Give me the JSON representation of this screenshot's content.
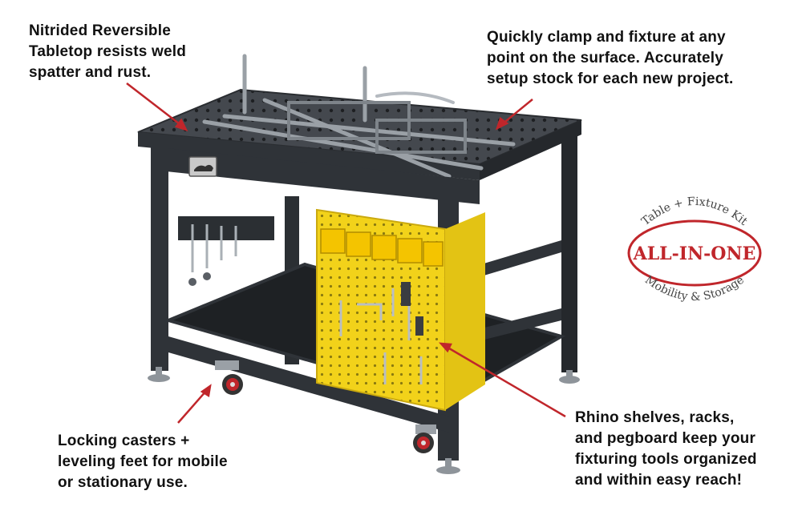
{
  "callouts": {
    "tabletop": [
      "Nitrided Reversible",
      "Tabletop resists weld",
      "spatter and rust."
    ],
    "clamp": [
      "Quickly clamp and fixture at any",
      "point on the surface. Accurately",
      "setup stock for each new project."
    ],
    "casters": [
      "Locking casters +",
      "leveling feet for mobile",
      "or stationary use."
    ],
    "storage": [
      "Rhino shelves, racks,",
      "and pegboard keep your",
      "fixturing tools organized",
      "and within easy reach!"
    ]
  },
  "badge": {
    "top": "Table + Fixture Kit",
    "main": "ALL-IN-ONE",
    "bottom": "Mobility & Storage"
  },
  "colors": {
    "steel": "#3b3f45",
    "frame": "#2f3338",
    "pegboard": "#f2d21a",
    "badge_red": "#c0262b",
    "arrow": "#c0262b"
  },
  "icons": [
    "rhino-logo-icon",
    "caster-wheel-icon",
    "leveling-foot-icon"
  ]
}
